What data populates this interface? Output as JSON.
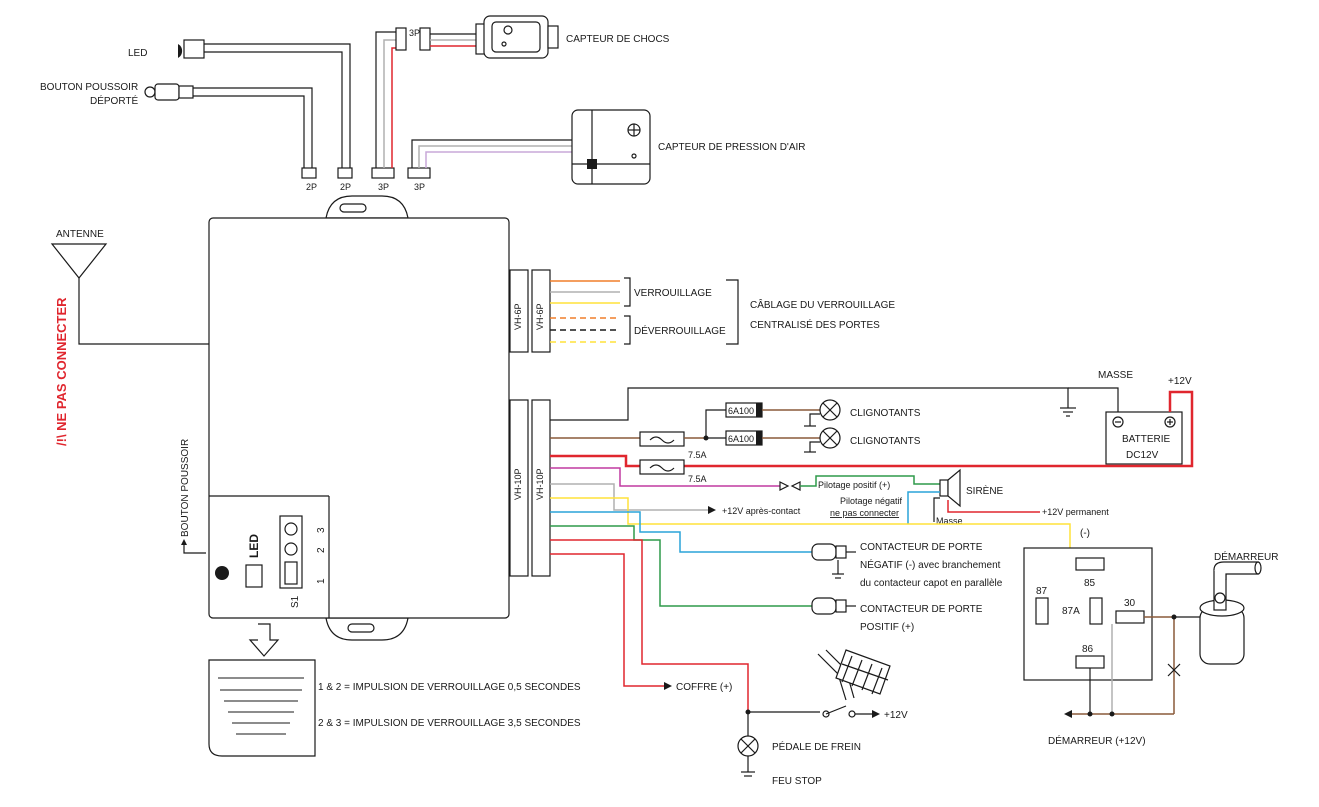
{
  "labels": {
    "led": "LED",
    "remote_button": [
      "BOUTON POUSSOIR",
      "DÉPORTÉ"
    ],
    "shock_sensor": "CAPTEUR DE CHOCS",
    "air_sensor": "CAPTEUR DE PRESSION D'AIR",
    "antenna": "ANTENNE",
    "warning": "/!\\ NE PAS CONNECTER",
    "push_button": "BOUTON POUSSOIR",
    "conn_2p_a": "2P",
    "conn_2p_b": "2P",
    "conn_3p_a": "3P",
    "conn_3p_b": "3P",
    "conn_3p_c": "3P",
    "vh6p_a": "VH-6P",
    "vh6p_b": "VH-6P",
    "vh10p_a": "VH-10P",
    "vh10p_b": "VH-10P",
    "lock": "VERROUILLAGE",
    "unlock": "DÉVERROUILLAGE",
    "central_lock": [
      "CÂBLAGE DU VERROUILLAGE",
      "CENTRALISÉ DES PORTES"
    ],
    "ground": "MASSE",
    "plus12": "+12V",
    "fuse_6a_1": "6A100",
    "fuse_6a_2": "6A100",
    "turn_1": "CLIGNOTANTS",
    "turn_2": "CLIGNOTANTS",
    "fuse_75_1": "7.5A",
    "fuse_75_2": "7.5A",
    "battery": "BATTERIE",
    "battery_v": "DC12V",
    "pos_drive": "Pilotage positif (+)",
    "neg_drive": "Pilotage négatif",
    "no_connect": "ne pas connecter",
    "ground_small": "Masse",
    "siren": "SIRÈNE",
    "perm12": "+12V permanent",
    "acc12": "+12V après-contact",
    "neg_sign": "(-)",
    "door_neg": [
      "CONTACTEUR DE PORTE",
      "NÉGATIF (-) avec branchement",
      "du contacteur capot en parallèle"
    ],
    "door_pos": [
      "CONTACTEUR DE PORTE",
      "POSITIF (+)"
    ],
    "relay_85": "85",
    "relay_87": "87",
    "relay_87a": "87A",
    "relay_30": "30",
    "relay_86": "86",
    "starter": "DÉMARREUR",
    "starter12": "DÉMARREUR (+12V)",
    "trunk": "COFFRE (+)",
    "brake_plus": "+12V",
    "brake_pedal": "PÉDALE DE FREIN",
    "stop_light": "FEU STOP",
    "s1": "S1",
    "sw1": "1",
    "sw2": "2",
    "sw3": "3",
    "led_small": "LED",
    "note1": "1 & 2 = IMPULSION DE VERROUILLAGE 0,5 SECONDES",
    "note2": "2 & 3 = IMPULSION DE VERROUILLAGE 3,5 SECONDES"
  },
  "colors": {
    "red": "#e0262e",
    "brown": "#8a5a3a",
    "orange": "#f07f2a",
    "yellow": "#ffe23a",
    "grey": "#b0b0b0",
    "blue": "#2aa4d9",
    "green": "#2e9a4a",
    "purple": "#c03aa0",
    "black": "#1a1a1a"
  }
}
